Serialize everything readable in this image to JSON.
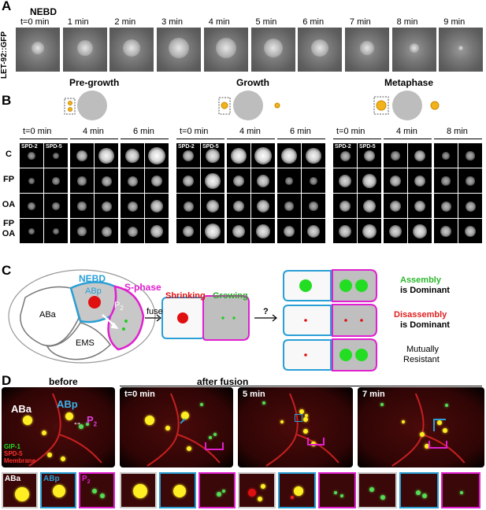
{
  "panelA": {
    "label": "A",
    "nebd": "NEBD",
    "ylabel": "LET-92::GFP",
    "times": [
      "t=0 min",
      "1 min",
      "2 min",
      "3 min",
      "4 min",
      "5 min",
      "6 min",
      "7 min",
      "8 min",
      "9 min"
    ]
  },
  "panelB": {
    "label": "B",
    "stages": [
      "Pre-growth",
      "Growth",
      "Metaphase"
    ],
    "groupTimes": [
      [
        "t=0 min",
        "4 min",
        "6 min"
      ],
      [
        "t=0 min",
        "4 min",
        "6 min"
      ],
      [
        "t=0 min",
        "4 min",
        "8 min"
      ]
    ],
    "spd2": "SPD-2",
    "spd5": "SPD-5",
    "rows": [
      "C",
      "FP",
      "OA",
      "FP\nOA"
    ]
  },
  "panelC": {
    "label": "C",
    "nebd": "NEBD",
    "sphase": "S-phase",
    "abp": "ABp",
    "aba": "ABa",
    "ems": "EMS",
    "p2": "P",
    "p2sub": "2",
    "fuse": "fuse",
    "shrinking": "Shrinking",
    "growing": "Growing",
    "question": "?",
    "outcomes": [
      {
        "line1": "Assembly",
        "line2": "is Dominant",
        "color": "#2db82d"
      },
      {
        "line1": "Disassembly",
        "line2": "is Dominant",
        "color": "#e02020"
      },
      {
        "line1": "Mutually",
        "line2": "Resistant",
        "color": "#333333"
      }
    ]
  },
  "panelD": {
    "label": "D",
    "before": "before",
    "after": "after fusion",
    "aba": "ABa",
    "abp": "ABp",
    "p2": "P",
    "p2sub": "2",
    "legend": [
      "GIP-1",
      "SPD-5",
      "Membrane"
    ],
    "legendColors": [
      "#22dd22",
      "#ff3030",
      "#ff3030"
    ],
    "times": [
      "t=0 min",
      "5 min",
      "7 min"
    ]
  },
  "colors": {
    "blue": "#2a9fd6",
    "magenta": "#e020d0",
    "green": "#22cc22",
    "red": "#e01010"
  }
}
